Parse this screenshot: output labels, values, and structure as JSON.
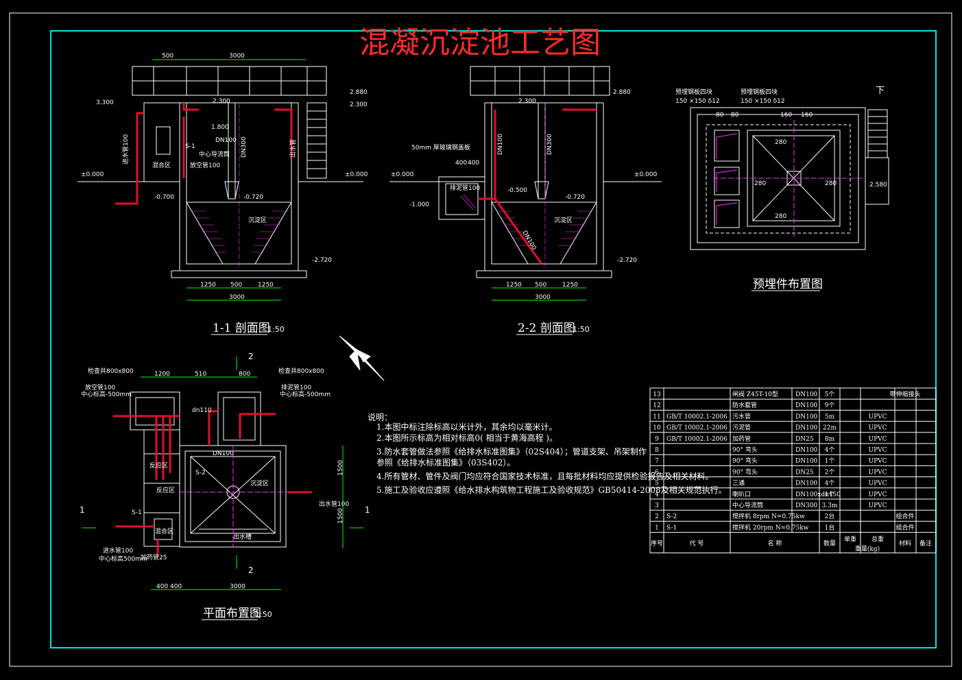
{
  "title": "混凝沉淀池工艺图",
  "section_1": {
    "name": "1-1 剖面图",
    "scale": "1:50",
    "dims_top": [
      "500",
      "3000"
    ],
    "dims_bottom": [
      "1250",
      "500",
      "1250",
      "3000"
    ],
    "levels": [
      "3.300",
      "2.880",
      "2.300",
      "±0.000",
      "±0.000",
      "-0.700",
      "-0.720",
      "-2.720",
      "1.800",
      "2.300"
    ],
    "labels": [
      "混合区",
      "中心导流筒",
      "进水管100",
      "放空管100",
      "S-1",
      "DN100",
      "DN300",
      "出水管",
      "沉淀区"
    ]
  },
  "section_2": {
    "name": "2-2 剖面图",
    "scale": "1:50",
    "dims_top": [
      "400",
      "400"
    ],
    "dims_bottom": [
      "1250",
      "500",
      "1250",
      "3000"
    ],
    "levels": [
      "2.880",
      "2.300",
      "±0.000",
      "±0.000",
      "-1.000",
      "-0.500",
      "-0.720",
      "-2.720"
    ],
    "labels": [
      "50mm 厚玻璃钢盖板",
      "排泥管100",
      "DN100",
      "DN300",
      "DN100",
      "沉淀区"
    ]
  },
  "embedded": {
    "name": "预埋件布置图",
    "label_left": "预埋钢板四块",
    "size_left": "150 ×150 δ12",
    "label_right": "预埋钢板四块",
    "size_right": "150 ×150 δ12",
    "down": "下",
    "level": "2.580",
    "dims": [
      "80",
      "80",
      "160",
      "160",
      "280",
      "280",
      "280",
      "280"
    ]
  },
  "plan": {
    "name": "平面布置图",
    "scale": "1:50",
    "dims_top": [
      "1200",
      "510",
      "800"
    ],
    "dims_bottom": [
      "400",
      "400",
      "3000"
    ],
    "dims_right": [
      "1500",
      "1500"
    ],
    "labels": [
      "检查井800x800",
      "放空管100",
      "中心标高-500mm",
      "检查井800x800",
      "排泥管100",
      "中心标高-500mm",
      "反应区",
      "反应区",
      "混合区",
      "S-2",
      "S-1",
      "DN100",
      "沉淀区",
      "出水槽",
      "出水管100",
      "进水管100",
      "中心标高500mm",
      "加药管25",
      "dn110"
    ],
    "section_marks": [
      "1",
      "1",
      "2",
      "2"
    ]
  },
  "notes": {
    "heading": "说明：",
    "items": [
      "1.本图中标注除标高以米计外，其余均以毫米计。",
      "2.本图所示标高为相对标高0(       相当于黄海高程        )。",
      "3.防水套管做法参照《给排水标准图集》（02S404）；管道支架、吊架制作",
      "   参照《给排水标准图集》（03S402）。",
      "4.所有管材、管件及阀门均应符合国家技术标准，且每批材料均应提供检验报告及相关材料。",
      "5.施工及验收应遵照《给水排水构筑物工程施工及验收规范》GB50414-2008及相关规范执行。"
    ]
  },
  "bom": {
    "header": [
      "序号",
      "代 号",
      "名 称",
      "数量",
      "单重",
      "总重",
      "材料",
      "备注"
    ],
    "header_sub": "重量(kg)",
    "rows": [
      [
        "13",
        "",
        "闸阀  Z45T-10型",
        "DN100",
        "5个",
        "",
        "",
        "带伸缩接头"
      ],
      [
        "12",
        "",
        "防水套管",
        "DN100",
        "9个",
        "",
        "",
        ""
      ],
      [
        "11",
        "GB/T 10002.1-2006",
        "污水管",
        "DN100",
        "5m",
        "",
        "UPVC",
        ""
      ],
      [
        "10",
        "GB/T 10002.1-2006",
        "污泥管",
        "DN100",
        "22m",
        "",
        "UPVC",
        ""
      ],
      [
        "9",
        "GB/T 10002.1-2006",
        "加药管",
        "DN25",
        "8m",
        "",
        "UPVC",
        ""
      ],
      [
        "8",
        "",
        "90°  弯头",
        "DN100",
        "4个",
        "",
        "UPVC",
        ""
      ],
      [
        "7",
        "",
        "90°  弯头",
        "DN100",
        "1个",
        "",
        "UPVC",
        ""
      ],
      [
        "6",
        "",
        "90°  弯头",
        "DN25",
        "2个",
        "",
        "UPVC",
        ""
      ],
      [
        "5",
        "",
        "三通",
        "DN100",
        "4个",
        "",
        "UPVC",
        ""
      ],
      [
        "4",
        "",
        "喇叭口",
        "DN100xdn150",
        "1个",
        "",
        "UPVC",
        ""
      ],
      [
        "3",
        "",
        "中心导流筒",
        "DN300",
        "3.3m",
        "",
        "UPVC",
        ""
      ],
      [
        "2",
        "S-2",
        "搅拌机    8rpm N=0.75kw",
        "",
        "2台",
        "",
        "",
        "组合件"
      ],
      [
        "1",
        "S-1",
        "搅拌机   20rpm N=0.75kw",
        "",
        "1台",
        "",
        "",
        "组合件"
      ]
    ]
  },
  "colors": {
    "frame": "#00e5e5",
    "lines": "#ffffff",
    "pipe": "#e0102a",
    "centerline": "#ff30ff",
    "dim": "#00ff00",
    "title": "#ff2a2a",
    "hatch": "#ff30ff"
  }
}
